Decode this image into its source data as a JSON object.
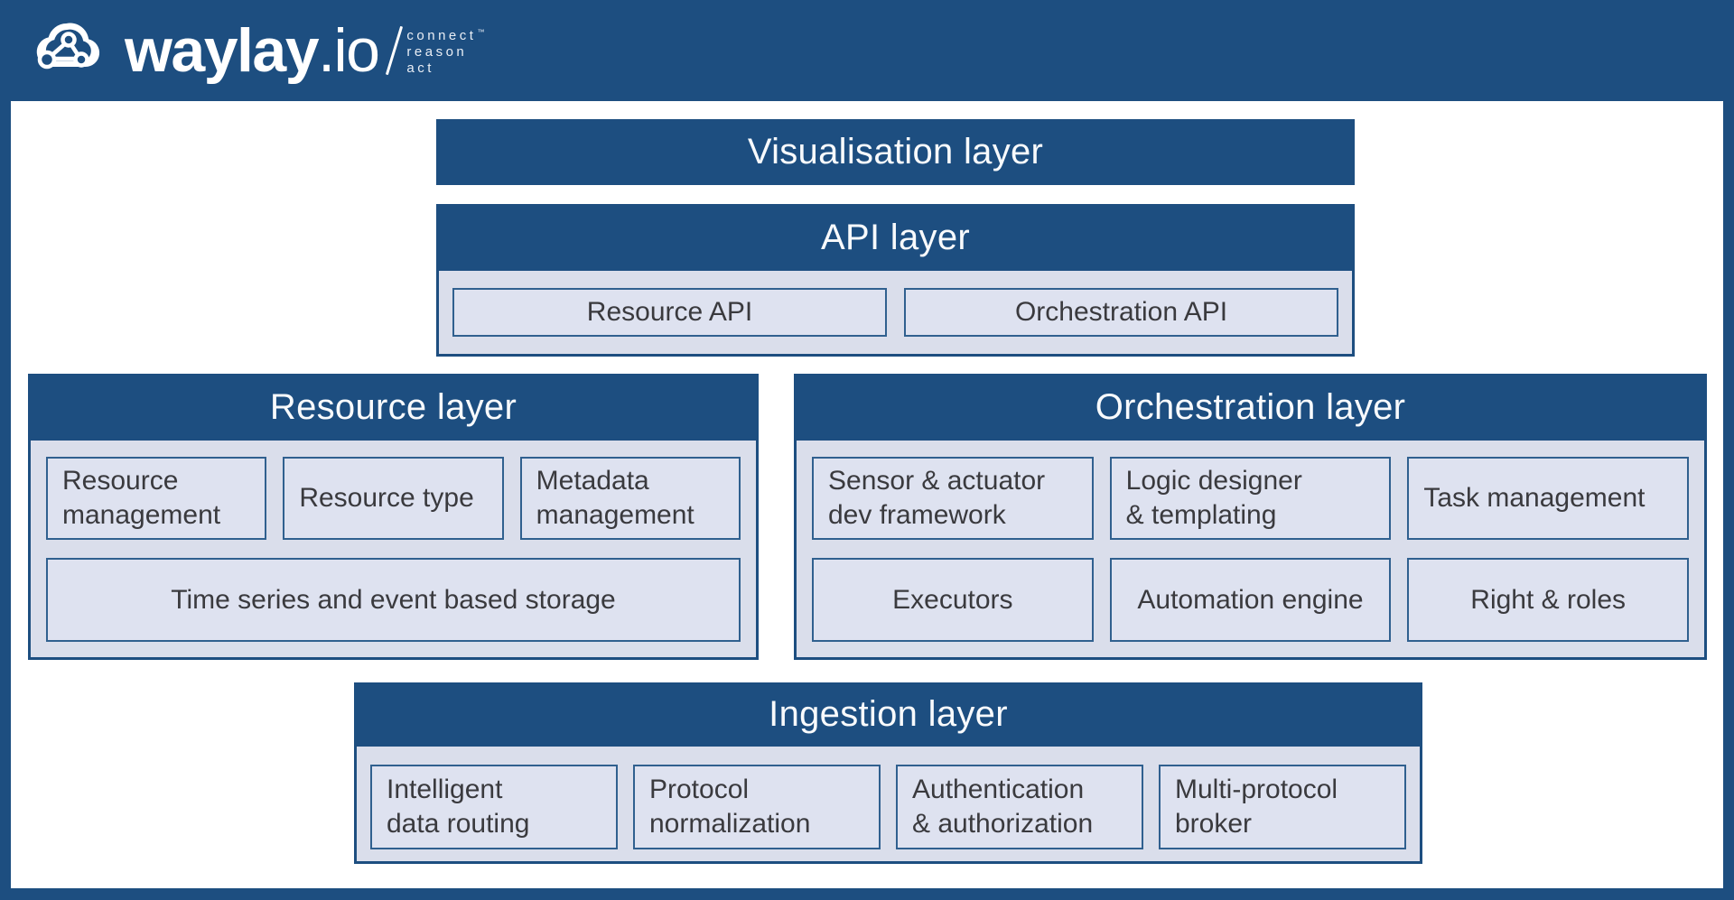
{
  "brand": {
    "name": "waylay",
    "tld": ".io",
    "trademark": "™",
    "tagline": [
      "connect",
      "reason",
      "act"
    ]
  },
  "colors": {
    "primary_blue": "#1D4E80",
    "panel_fill": "#DADEEB",
    "box_fill": "#DEE2F0",
    "box_border": "#30608F",
    "text_dark": "#3A3A3E",
    "text_light": "#F8FAFC"
  },
  "layers": {
    "visualisation": {
      "title": "Visualisation layer"
    },
    "api": {
      "title": "API layer",
      "boxes": [
        "Resource API",
        "Orchestration API"
      ]
    },
    "resource": {
      "title": "Resource layer",
      "row1": [
        "Resource\nmanagement",
        "Resource type",
        "Metadata\nmanagement"
      ],
      "row2": [
        "Time series and event based storage"
      ]
    },
    "orchestration": {
      "title": "Orchestration layer",
      "row1": [
        "Sensor & actuator\ndev framework",
        "Logic designer\n& templating",
        "Task management"
      ],
      "row2": [
        "Executors",
        "Automation engine",
        "Right & roles"
      ]
    },
    "ingestion": {
      "title": "Ingestion layer",
      "boxes": [
        "Intelligent\ndata routing",
        "Protocol\nnormalization",
        "Authentication\n& authorization",
        "Multi-protocol\nbroker"
      ]
    }
  }
}
